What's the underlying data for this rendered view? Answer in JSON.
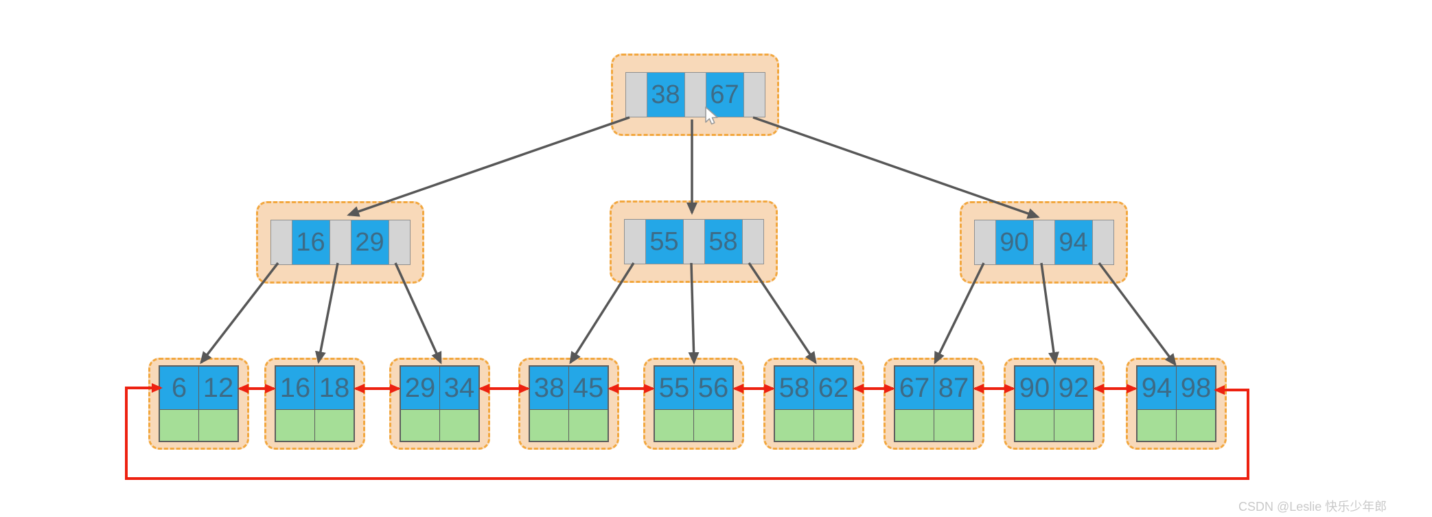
{
  "diagram": {
    "type": "b-plus-tree",
    "levels": 3
  },
  "tree": {
    "root": {
      "keys": [
        "38",
        "67"
      ]
    },
    "internal": [
      {
        "keys": [
          "16",
          "29"
        ]
      },
      {
        "keys": [
          "55",
          "58"
        ]
      },
      {
        "keys": [
          "90",
          "94"
        ]
      }
    ],
    "leaves": [
      {
        "keys": [
          "6",
          "12"
        ]
      },
      {
        "keys": [
          "16",
          "18"
        ]
      },
      {
        "keys": [
          "29",
          "34"
        ]
      },
      {
        "keys": [
          "38",
          "45"
        ]
      },
      {
        "keys": [
          "55",
          "56"
        ]
      },
      {
        "keys": [
          "58",
          "62"
        ]
      },
      {
        "keys": [
          "67",
          "87"
        ]
      },
      {
        "keys": [
          "90",
          "92"
        ]
      },
      {
        "keys": [
          "94",
          "98"
        ]
      }
    ]
  },
  "watermark": "CSDN @Leslie 快乐少年郎",
  "colors": {
    "node_fill": "#f8d9b9",
    "node_border": "#f2a73e",
    "key_cell_blue": "#24a7e7",
    "pointer_cell_gray": "#d4d4d4",
    "data_cell_green": "#a5de97",
    "key_text": "#3d6b86",
    "tree_arrow_gray": "#575757",
    "leaf_link_red": "#ed2110",
    "watermark_gray": "#c9c9c9"
  }
}
